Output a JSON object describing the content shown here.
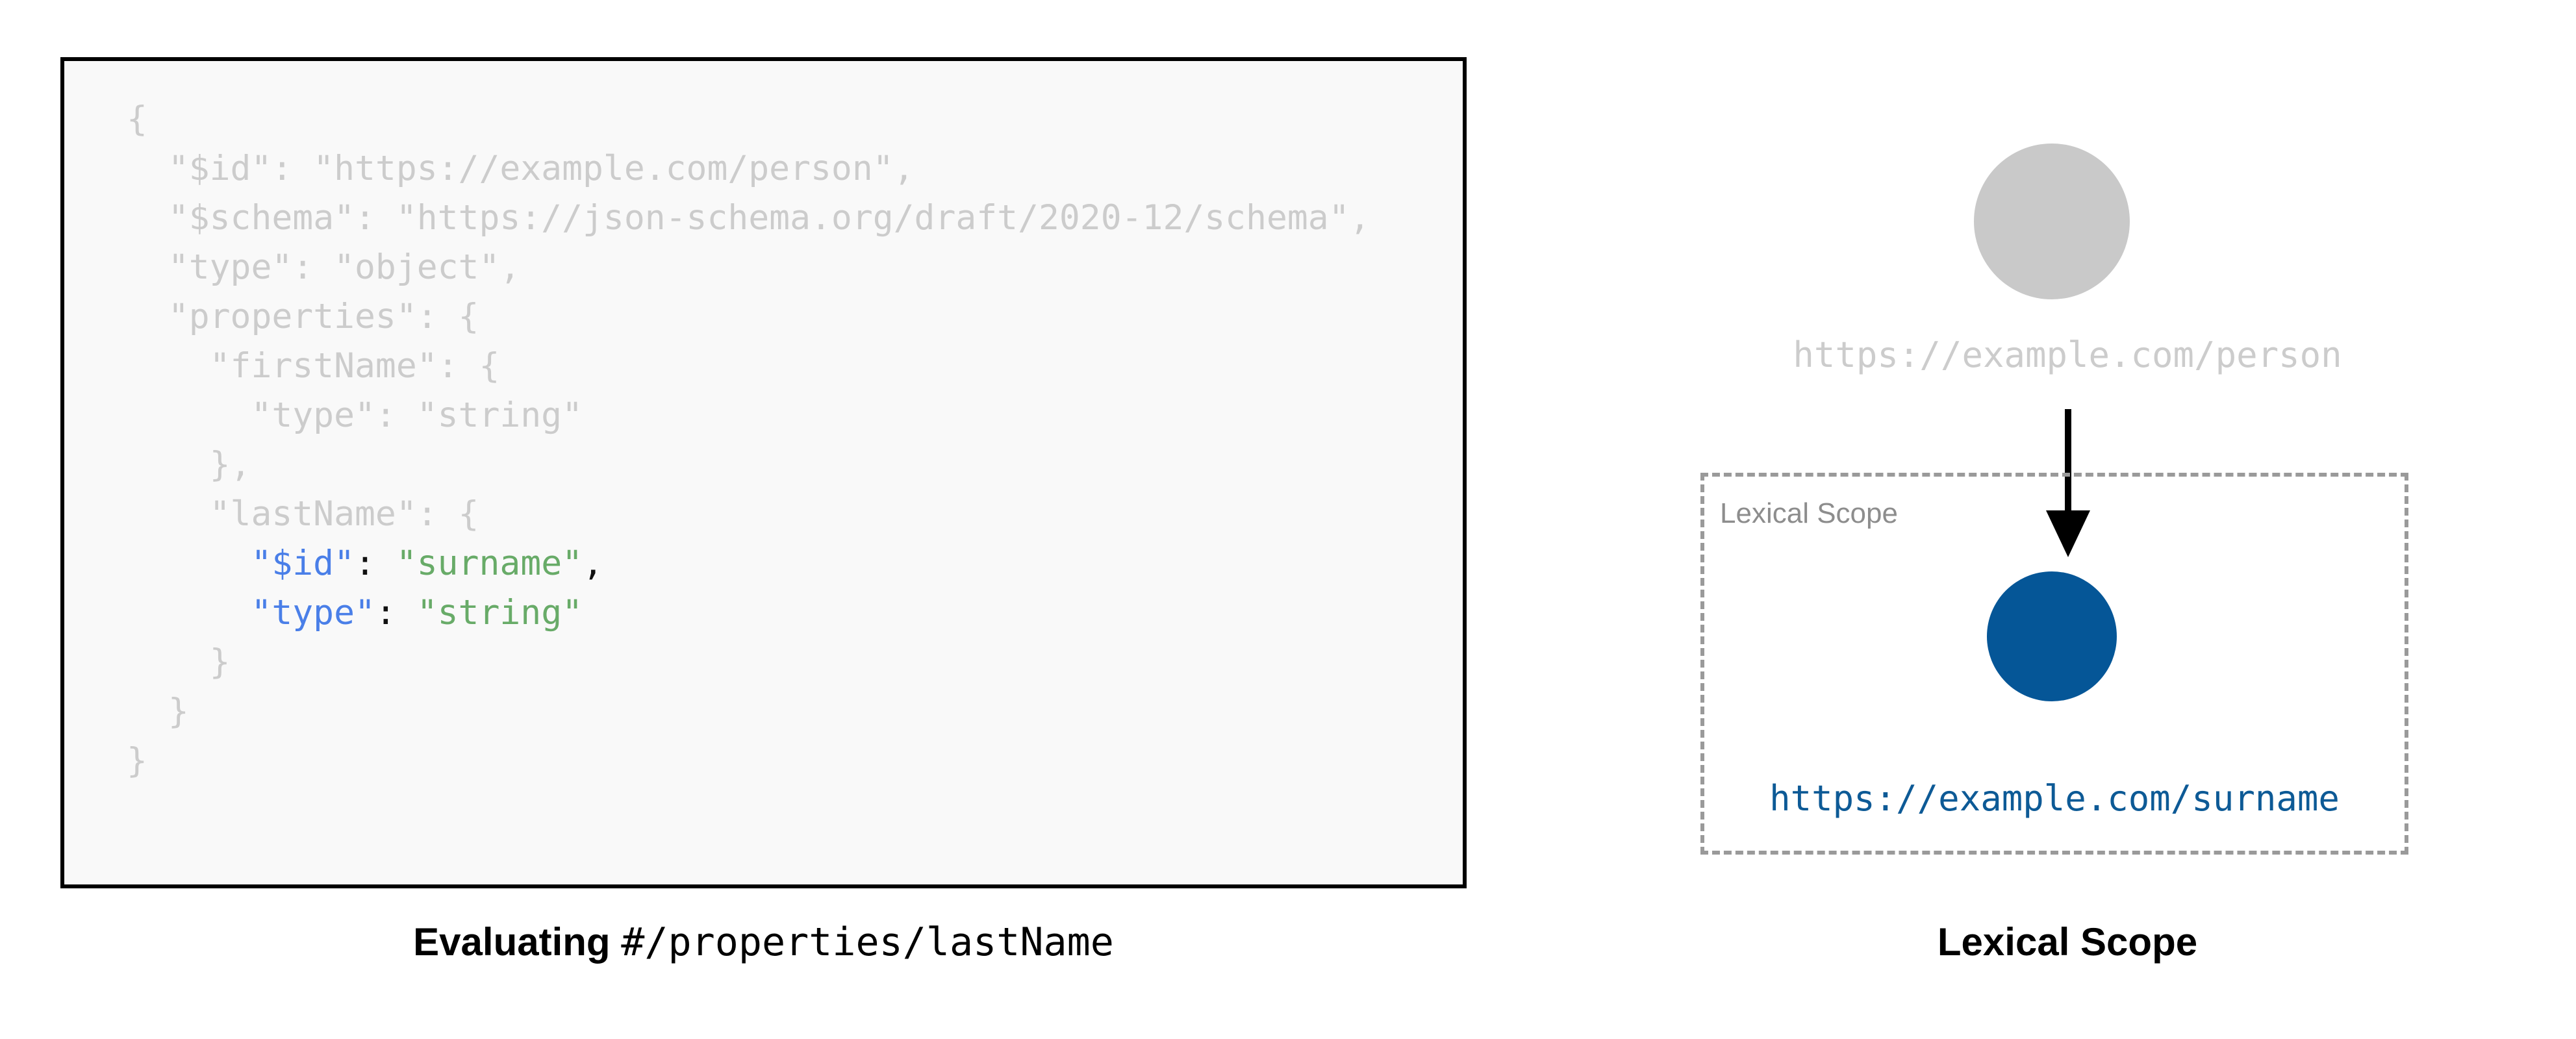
{
  "left_panel": {
    "code_language": "json",
    "code_lines": [
      {
        "indent": 0,
        "tokens": [
          {
            "text": "{",
            "style": "dim"
          }
        ]
      },
      {
        "indent": 1,
        "tokens": [
          {
            "text": "\"$id\": \"https://example.com/person\",",
            "style": "dim"
          }
        ]
      },
      {
        "indent": 1,
        "tokens": [
          {
            "text": "\"$schema\": \"https://json-schema.org/draft/2020-12/schema\",",
            "style": "dim"
          }
        ]
      },
      {
        "indent": 1,
        "tokens": [
          {
            "text": "\"type\": \"object\",",
            "style": "dim"
          }
        ]
      },
      {
        "indent": 1,
        "tokens": [
          {
            "text": "\"properties\": {",
            "style": "dim"
          }
        ]
      },
      {
        "indent": 2,
        "tokens": [
          {
            "text": "\"firstName\": {",
            "style": "dim"
          }
        ]
      },
      {
        "indent": 3,
        "tokens": [
          {
            "text": "\"type\": \"string\"",
            "style": "dim"
          }
        ]
      },
      {
        "indent": 2,
        "tokens": [
          {
            "text": "},",
            "style": "dim"
          }
        ]
      },
      {
        "indent": 2,
        "tokens": [
          {
            "text": "\"lastName\": {",
            "style": "dim"
          }
        ]
      },
      {
        "indent": 3,
        "tokens": [
          {
            "text": "\"$id\"",
            "style": "key"
          },
          {
            "text": ":",
            "style": "punct"
          },
          {
            "text": " \"surname\"",
            "style": "str"
          },
          {
            "text": ",",
            "style": "punct"
          }
        ]
      },
      {
        "indent": 3,
        "tokens": [
          {
            "text": "\"type\"",
            "style": "key"
          },
          {
            "text": ":",
            "style": "punct"
          },
          {
            "text": " \"string\"",
            "style": "str"
          }
        ]
      },
      {
        "indent": 2,
        "tokens": [
          {
            "text": "}",
            "style": "dim"
          }
        ]
      },
      {
        "indent": 1,
        "tokens": [
          {
            "text": "}",
            "style": "dim"
          }
        ]
      },
      {
        "indent": 0,
        "tokens": [
          {
            "text": "}",
            "style": "dim"
          }
        ]
      }
    ],
    "caption": {
      "bold_text": "Evaluating ",
      "mono_text": "#/properties/lastName"
    },
    "colors": {
      "panel_border": "#000000",
      "panel_background": "#f9f9f9",
      "dim_token": "#cccccc",
      "key_token": "#4a7fe8",
      "string_token": "#68ab68",
      "punct_token": "#111111"
    }
  },
  "right_panel": {
    "root_node": {
      "label": "https://example.com/person",
      "circle_color": "#c9c9c9",
      "label_color": "#cccccc"
    },
    "arrow": {
      "icon": "arrow-down-icon",
      "color": "#000000"
    },
    "lexical_scope": {
      "box_label": "Lexical Scope",
      "box_label_color": "#8d8d8d",
      "border_color": "#9a9a9a",
      "border_style": "dashed",
      "scoped_node": {
        "label": "https://example.com/surname",
        "circle_color": "#055697",
        "label_color": "#0d5a96"
      }
    },
    "caption": "Lexical Scope"
  }
}
